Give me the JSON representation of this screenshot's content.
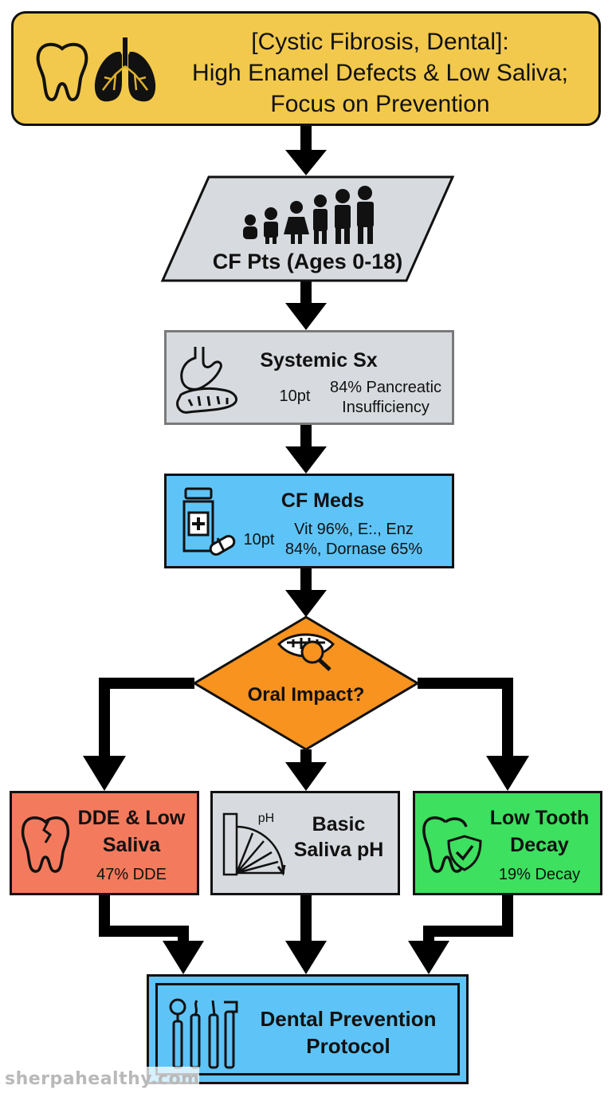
{
  "title_box": {
    "line1": "[Cystic Fibrosis, Dental]:",
    "line2": "High Enamel Defects & Low Saliva;",
    "line3": "Focus on Prevention",
    "fill": "#F2C94C"
  },
  "population": {
    "label": "CF Pts (Ages 0-18)",
    "fill": "#D7DBDF"
  },
  "systemic": {
    "heading": "Systemic Sx",
    "count": "10pt",
    "detail_line1": "84% Pancreatic",
    "detail_line2": "Insufficiency",
    "fill": "#D7DBDF"
  },
  "meds": {
    "heading": "CF Meds",
    "count": "10pt",
    "detail_line1": "Vit 96%, E:., Enz",
    "detail_line2": "84%, Dornase 65%",
    "fill": "#5EC4F7"
  },
  "decision": {
    "label": "Oral Impact?",
    "fill": "#F7931E"
  },
  "outcome_dde": {
    "line1": "DDE & Low",
    "line2": "Saliva",
    "stat": "47% DDE",
    "fill": "#F47A5E"
  },
  "outcome_ph": {
    "line1": "Basic",
    "line2": "Saliva pH",
    "icon_label": "pH",
    "fill": "#D7DBDF"
  },
  "outcome_decay": {
    "line1": "Low Tooth",
    "line2": "Decay",
    "stat": "19% Decay",
    "fill": "#3DE05F"
  },
  "protocol": {
    "line1": "Dental Prevention",
    "line2": "Protocol",
    "fill": "#5EC4F7"
  },
  "watermark": "sherpahealthy.com",
  "icons": [
    "tooth-icon",
    "lungs-icon",
    "children-icon",
    "stomach-pancreas-icon",
    "medicine-bottle-icon",
    "mouth-magnifier-icon",
    "cracked-tooth-icon",
    "ph-gauge-icon",
    "tooth-shield-icon",
    "dental-tools-icon"
  ]
}
